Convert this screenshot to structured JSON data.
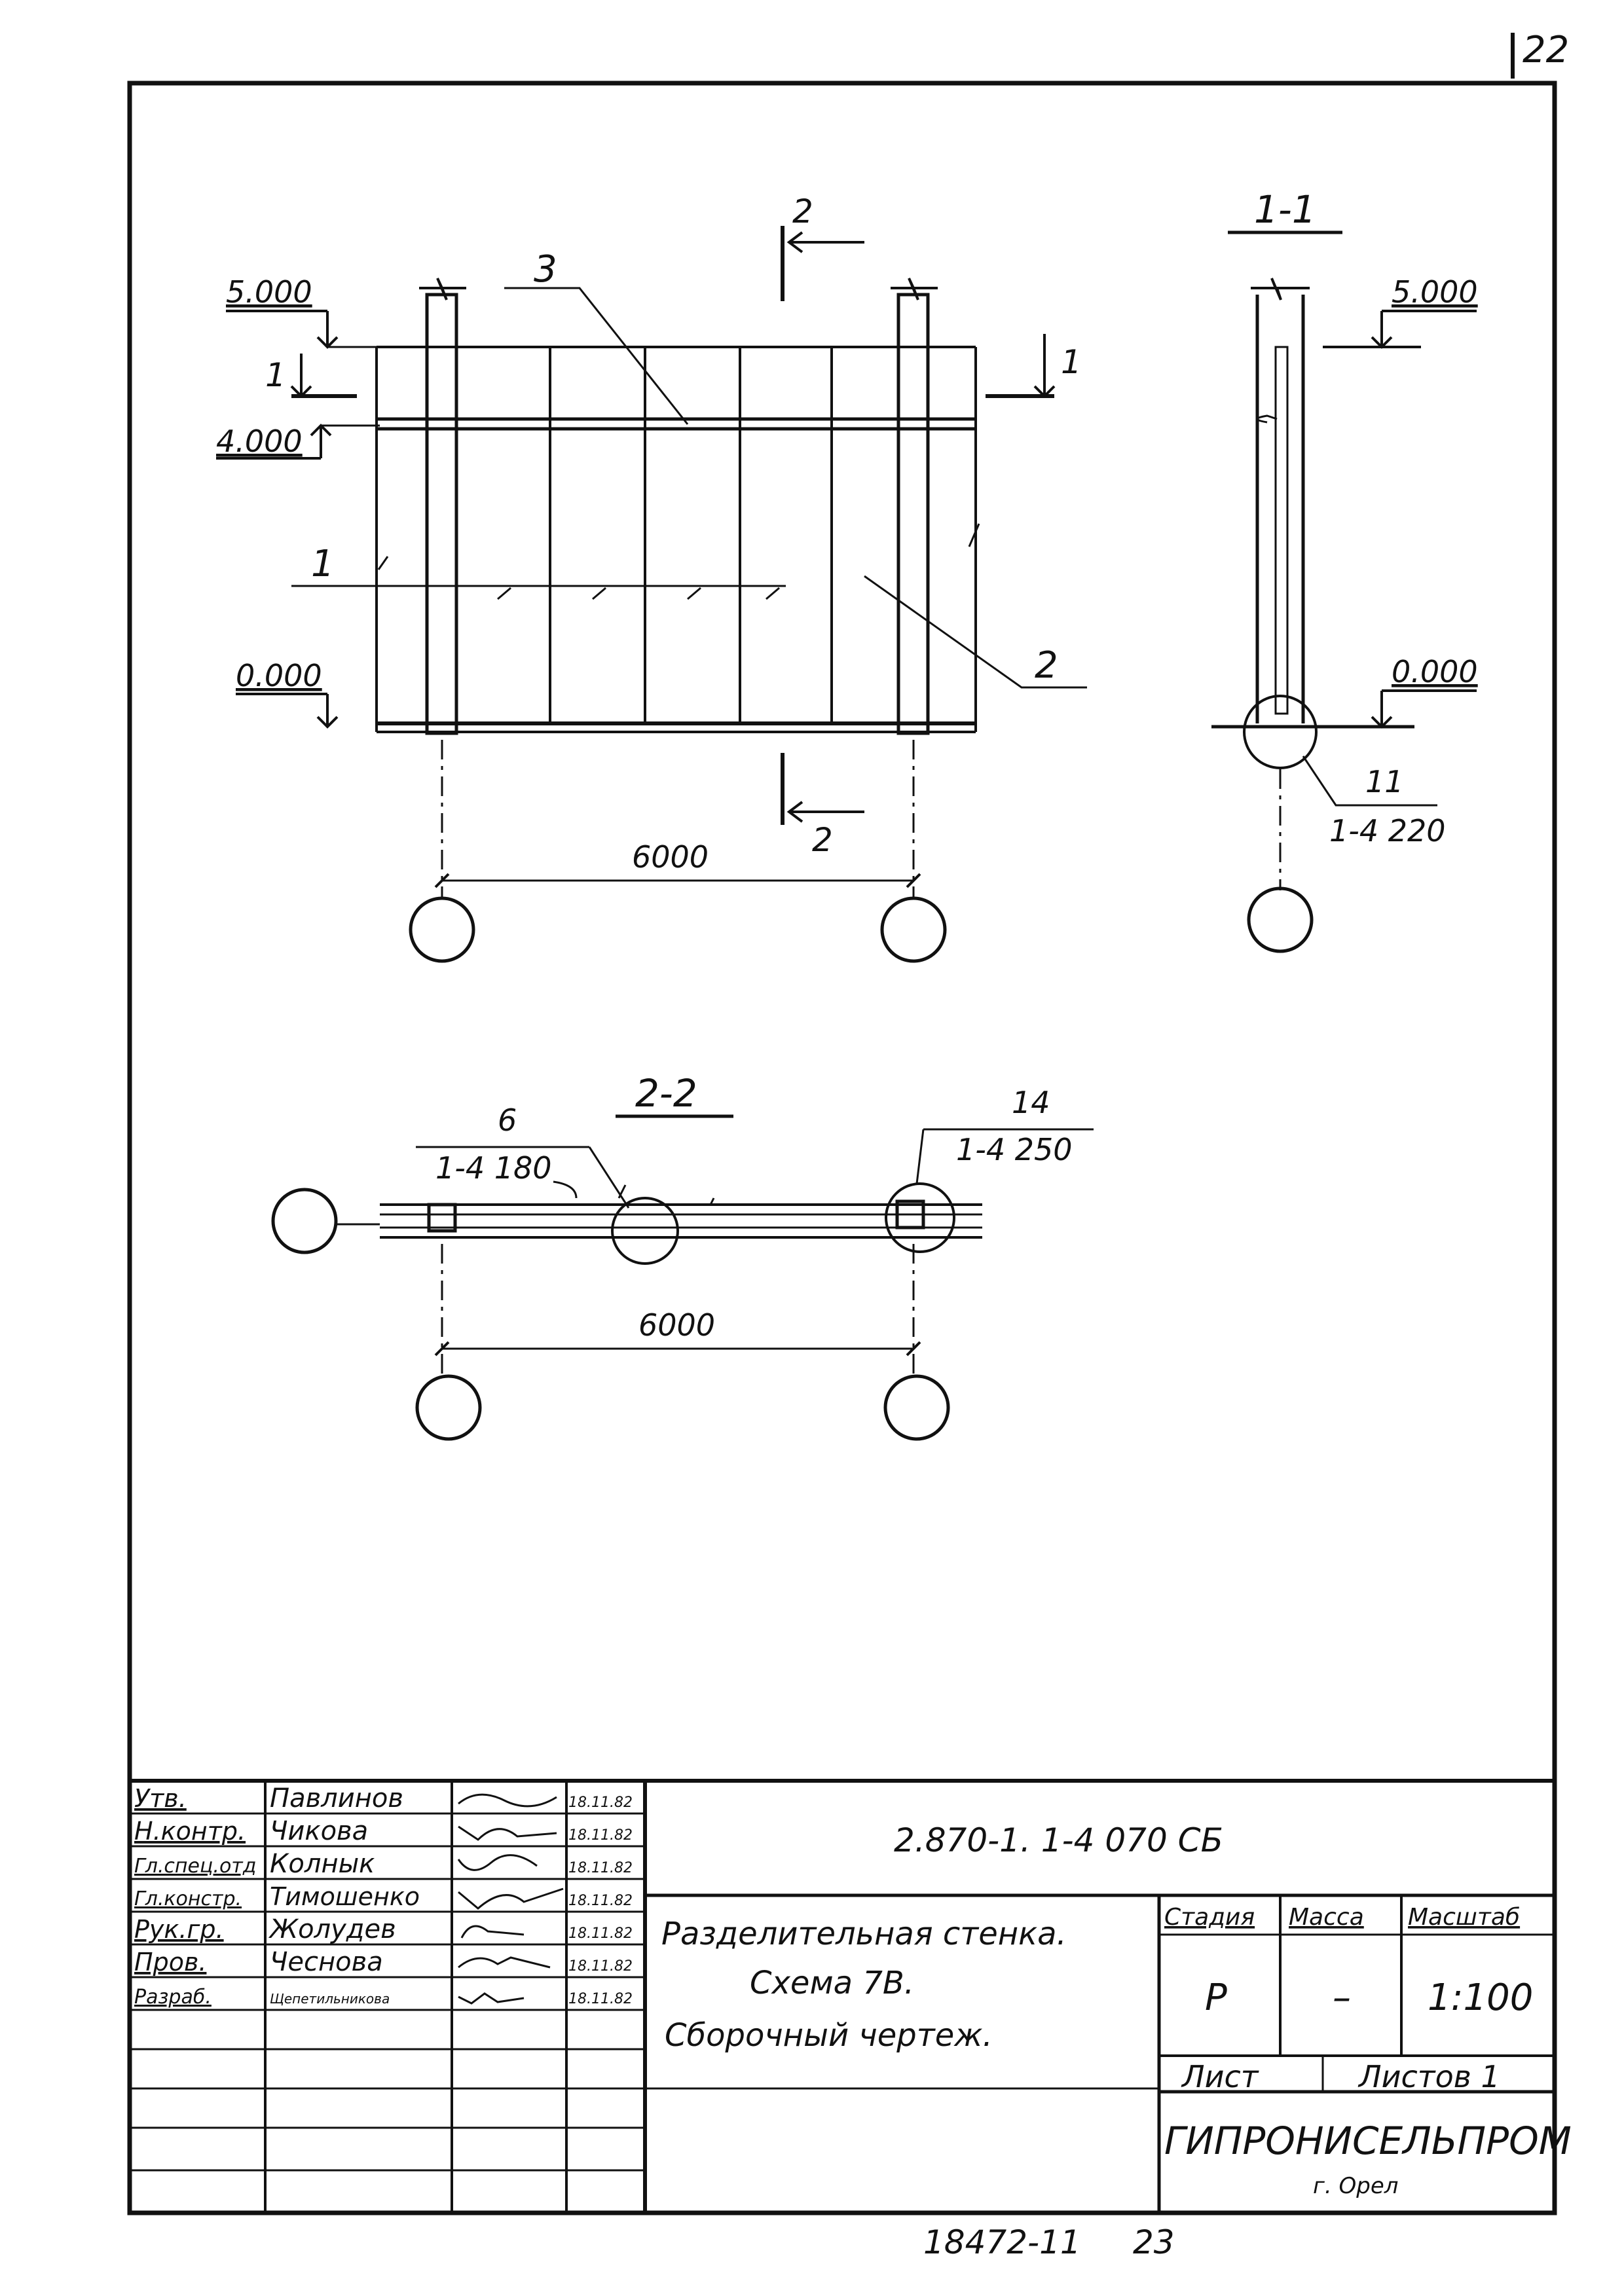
{
  "page_number": "22",
  "views": {
    "elevation": {
      "section_marks": [
        "1",
        "1",
        "2",
        "2"
      ],
      "levels": [
        "5.000",
        "4.000",
        "0.000"
      ],
      "position_labels": [
        "3",
        "1",
        "2"
      ],
      "dimension": "6000"
    },
    "section_1_1": {
      "title": "1-1",
      "levels": [
        "5.000",
        "0.000"
      ],
      "callout_number": "11",
      "callout_ref": "1-4 220"
    },
    "section_2_2": {
      "title": "2-2",
      "callout_left_number": "6",
      "callout_left_ref": "1-4 180",
      "callout_right_number": "14",
      "callout_right_ref": "1-4 250",
      "dimension": "6000"
    }
  },
  "title_block": {
    "signatures": [
      {
        "role": "Утв.",
        "name": "Павлинов",
        "date": "18.11.82"
      },
      {
        "role": "Н.контр.",
        "name": "Чикова",
        "date": "18.11.82"
      },
      {
        "role": "Гл.спец.отд",
        "name": "Колнык",
        "date": "18.11.82"
      },
      {
        "role": "Гл.констр.",
        "name": "Тимошенко",
        "date": "18.11.82"
      },
      {
        "role": "Рук.гр.",
        "name": "Жолудев",
        "date": "18.11.82"
      },
      {
        "role": "Пров.",
        "name": "Чеснова",
        "date": "18.11.82"
      },
      {
        "role": "Разраб.",
        "name": "Щепетильникова",
        "date": "18.11.82"
      }
    ],
    "designation": "2.870-1. 1-4 070 СБ",
    "title_line1": "Разделительная стенка.",
    "title_line2": "Схема 7В.",
    "title_line3": "Сборочный чертеж.",
    "stage_header": "Стадия",
    "mass_header": "Масса",
    "scale_header": "Масштаб",
    "stage_value": "Р",
    "mass_value": "–",
    "scale_value": "1:100",
    "sheet_label": "Лист",
    "sheets_label": "Листов 1",
    "organization": "ГИПРОНИСЕЛЬПРОМ",
    "city": "г. Орел"
  },
  "footer": {
    "inventory_number": "18472-11",
    "page": "23"
  }
}
